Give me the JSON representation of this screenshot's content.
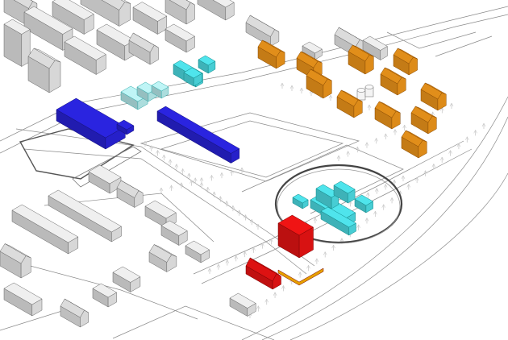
{
  "colors": {
    "background": "#ffffff",
    "line": "#8a8a8a",
    "grey_block": "#efefef",
    "orange_block": "#f59a1c",
    "blue_block": "#2a24e0",
    "cyan_block": "#4fe4ec",
    "light_cyan_block": "#bff5f6",
    "red_block": "#f01414",
    "tree": "#c9c9c9"
  },
  "groups": [
    {
      "name": "existing-buildings",
      "color": "grey_block"
    },
    {
      "name": "orange-housing-blocks",
      "color": "orange_block"
    },
    {
      "name": "blue-halls",
      "color": "blue_block"
    },
    {
      "name": "cyan-ring-complex",
      "color": "cyan_block"
    },
    {
      "name": "light-cyan-buildings",
      "color": "light_cyan_block"
    },
    {
      "name": "red-buildings",
      "color": "red_block"
    }
  ]
}
